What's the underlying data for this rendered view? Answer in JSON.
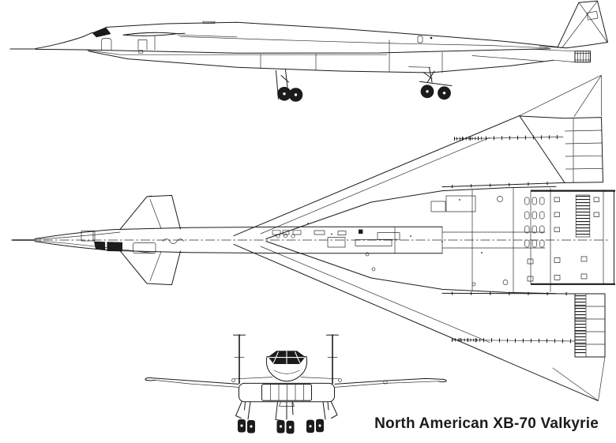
{
  "figure": {
    "caption": "North American XB-70 Valkyrie",
    "subject": "North American XB-70 Valkyrie",
    "drawing_type": "three-view line drawing",
    "views": [
      {
        "id": "side",
        "label": "side profile view"
      },
      {
        "id": "plan",
        "label": "top plan view"
      },
      {
        "id": "front",
        "label": "front view"
      }
    ]
  },
  "colors": {
    "ink": "#1b1b1b",
    "paper": "#ffffff"
  }
}
